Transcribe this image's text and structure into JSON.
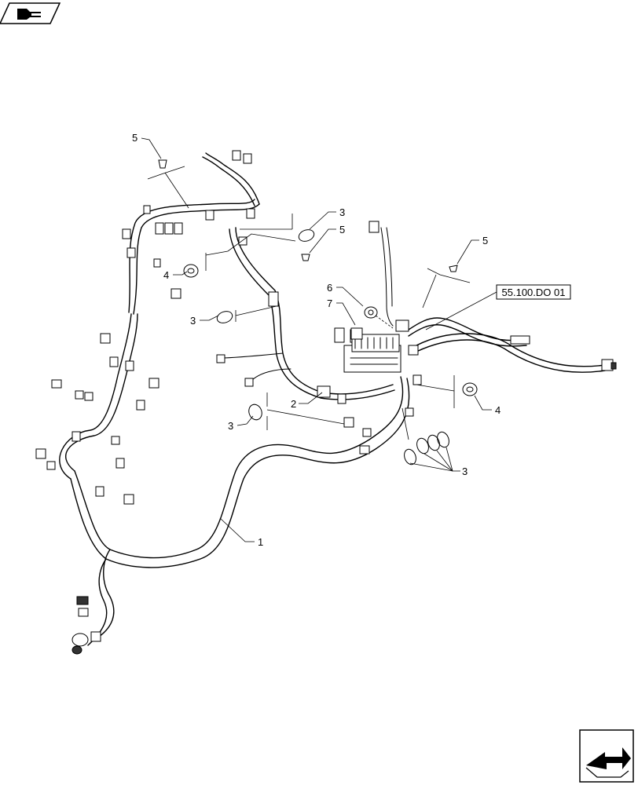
{
  "header": {
    "nav_icon": "book-pointing-hand-icon"
  },
  "footer": {
    "nav_icon": "arrow-next-page-icon"
  },
  "reference": {
    "text": "55.100.DO 01"
  },
  "callouts": {
    "c1": "1",
    "c2": "2",
    "c3a": "3",
    "c3b": "3",
    "c3c": "3",
    "c3d": "3",
    "c4a": "4",
    "c4b": "4",
    "c5a": "5",
    "c5b": "5",
    "c5c": "5",
    "c6": "6",
    "c7": "7"
  }
}
